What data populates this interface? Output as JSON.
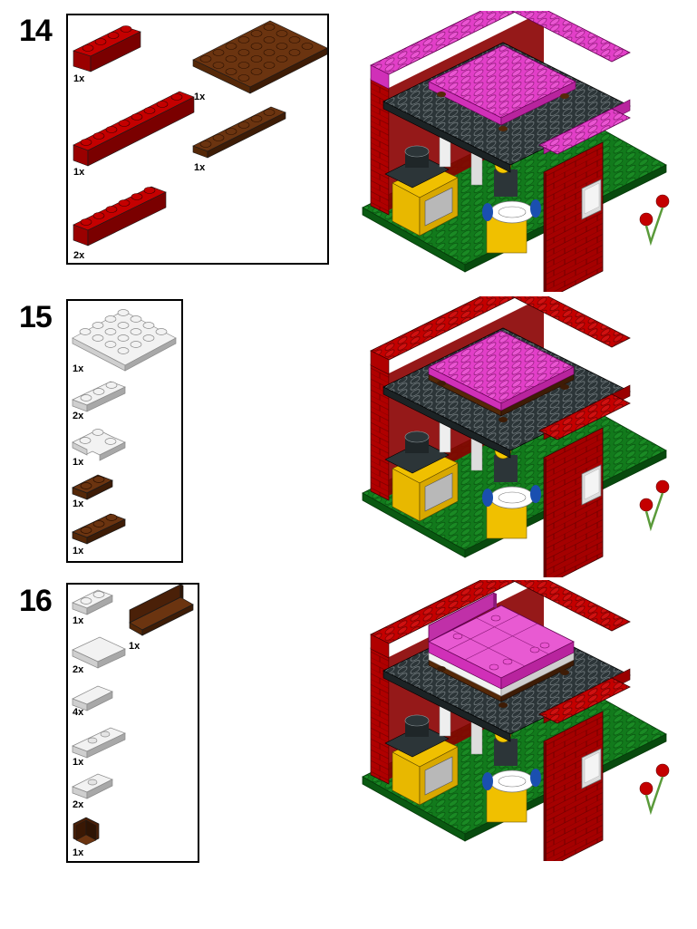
{
  "colors": {
    "red": "#c40000",
    "red_dark": "#7a0000",
    "red_side": "#9a0000",
    "brown": "#6b3410",
    "brown_dark": "#3e1c06",
    "brown_side": "#552808",
    "white": "#f2f2f2",
    "white_side": "#cfcfcf",
    "white_dark": "#a8a8a8",
    "pink": "#e23fc8",
    "pink_side": "#b8249e",
    "dark_grey": "#2c3538",
    "green": "#127a1c",
    "green_side": "#0a5a12",
    "yellow": "#e8b800",
    "outline": "#1a1a1a"
  },
  "steps": [
    {
      "number": "14",
      "parts": [
        {
          "name": "red-brick-1x4",
          "desc": "Red brick 1x4",
          "qty": "1x",
          "color": "red"
        },
        {
          "name": "brown-plate-4x6",
          "desc": "Brown plate 4x6",
          "qty": "1x",
          "color": "brown"
        },
        {
          "name": "red-brick-1x8",
          "desc": "Red brick 1x8",
          "qty": "1x",
          "color": "red"
        },
        {
          "name": "brown-plate-1x6",
          "desc": "Brown plate 1x6",
          "qty": "1x",
          "color": "brown"
        },
        {
          "name": "red-brick-1x6",
          "desc": "Red brick 1x6",
          "qty": "2x",
          "color": "red"
        }
      ],
      "model": {
        "roof_trim": "pink",
        "bed_top": "pink",
        "bed": "plate"
      }
    },
    {
      "number": "15",
      "parts": [
        {
          "name": "white-plate-4x4",
          "desc": "White plate 4x4",
          "qty": "1x",
          "color": "white"
        },
        {
          "name": "white-plate-1x3",
          "desc": "White plate 1x3",
          "qty": "2x",
          "color": "white"
        },
        {
          "name": "white-plate-2x2-corner",
          "desc": "White plate 2x2 corner",
          "qty": "1x",
          "color": "white"
        },
        {
          "name": "brown-plate-1x2",
          "desc": "Brown plate 1x2",
          "qty": "1x",
          "color": "brown"
        },
        {
          "name": "brown-plate-1x3",
          "desc": "Brown plate 1x3",
          "qty": "1x",
          "color": "brown"
        }
      ],
      "model": {
        "roof_trim": "red",
        "bed_top": "pink",
        "bed": "plate"
      }
    },
    {
      "number": "16",
      "parts": [
        {
          "name": "white-plate-1x2",
          "desc": "White plate 1x2",
          "qty": "1x",
          "color": "white"
        },
        {
          "name": "brown-panel-1x4x1",
          "desc": "Brown panel 1x4x1",
          "qty": "1x",
          "color": "brown"
        },
        {
          "name": "white-tile-2x2",
          "desc": "White tile 2x2",
          "qty": "2x",
          "color": "white"
        },
        {
          "name": "white-tile-1x2",
          "desc": "White tile 1x2",
          "qty": "4x",
          "color": "white"
        },
        {
          "name": "white-plate-1x3-jumper",
          "desc": "White plate 1x3 with 2 studs",
          "qty": "1x",
          "color": "white"
        },
        {
          "name": "white-plate-1x2-jumper",
          "desc": "White plate 1x2 with 1 stud",
          "qty": "2x",
          "color": "white"
        },
        {
          "name": "brown-panel-corner",
          "desc": "Brown corner panel 1x1x1",
          "qty": "1x",
          "color": "brown"
        }
      ],
      "model": {
        "roof_trim": "red",
        "bed_top": "pink",
        "bed": "mattress"
      }
    }
  ]
}
